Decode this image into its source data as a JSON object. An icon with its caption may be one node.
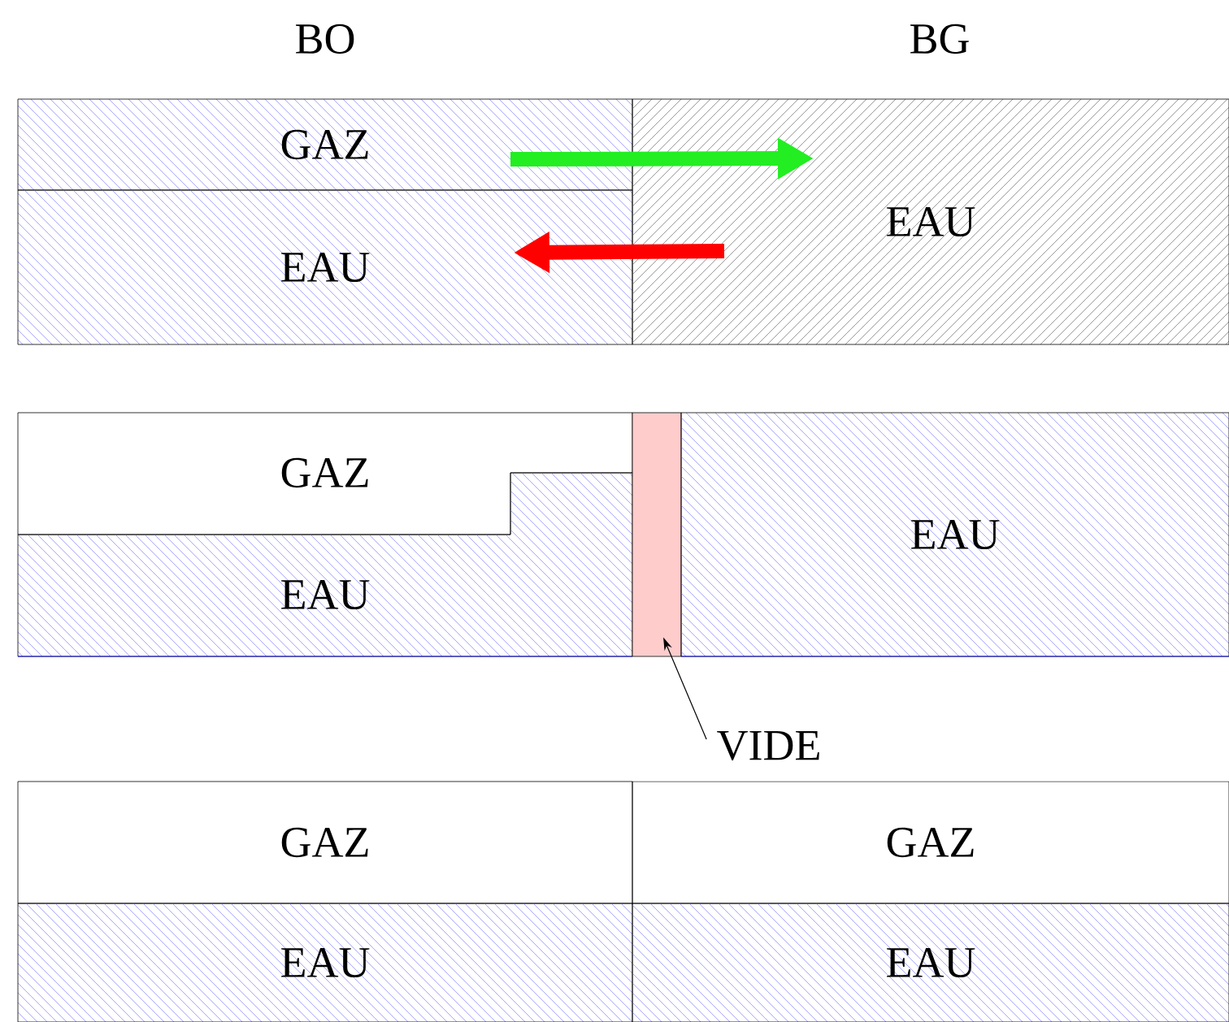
{
  "diagram": {
    "nodes": [
      {
        "text": [
          "GAZ"
        ]
      },
      {
        "text": [
          "EAU"
        ]
      },
      {
        "text": [
          "EAU"
        ]
      },
      {
        "text": [
          "GAZ"
        ]
      },
      {
        "text": [
          "EAU"
        ]
      },
      {
        "text": [],
        "shape": "box"
      },
      {
        "text": [
          "EAU"
        ]
      },
      {
        "text": [
          "VIDE"
        ]
      },
      {
        "text": [
          "GAZ"
        ]
      },
      {
        "text": [
          "GAZ"
        ]
      },
      {
        "text": [
          "EAU"
        ]
      },
      {
        "text": [
          "EAU"
        ]
      }
    ],
    "edges": [
      {
        "from": 0,
        "to": 2,
        "arrow": "to",
        "color": "#22ee22"
      },
      {
        "from": 2,
        "to": 1,
        "arrow": "to",
        "color": "#ff0000"
      },
      {
        "from": 7,
        "to": 5,
        "arrow": "to",
        "color": "#000000"
      }
    ],
    "labels": [
      "BO",
      "BG"
    ]
  }
}
